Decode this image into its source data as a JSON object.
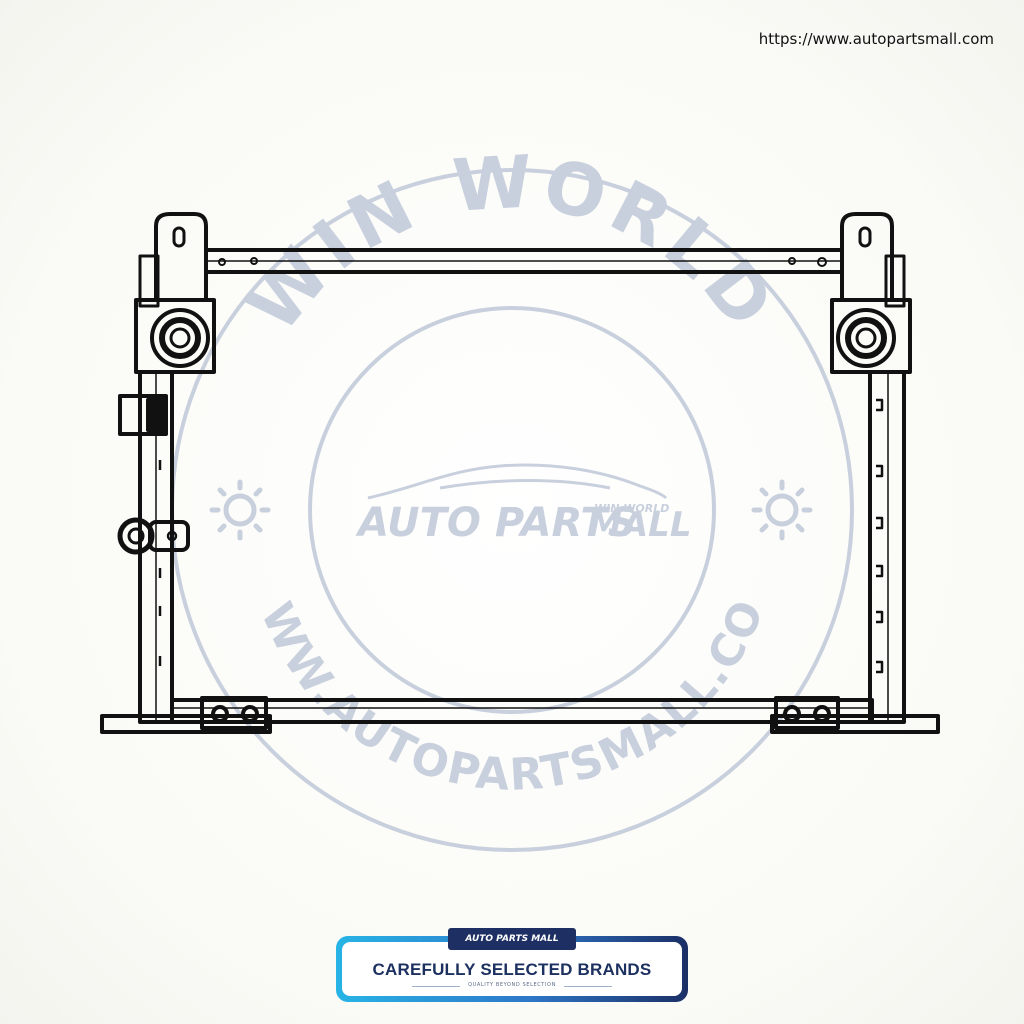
{
  "header": {
    "site_url": "https://www.autopartsmall.com"
  },
  "watermark": {
    "top_arc_text": "WIN WORLD",
    "bottom_arc_text": "WWW.AUTOPARTSMALL.COM",
    "logo_main": "AUTO PARTS",
    "logo_mall": "MALL",
    "logo_small": "WIN WORLD",
    "color": "#c9d0dd"
  },
  "badge": {
    "tab_label": "AUTO PARTS MALL",
    "title": "CAREFULLY SELECTED BRANDS",
    "subtitle": "QUALITY BEYOND SELECTION",
    "accent_colors": [
      "#27b4e6",
      "#2e77c8",
      "#1b2f66"
    ]
  },
  "product": {
    "icon": "ac-condenser-line-drawing"
  }
}
